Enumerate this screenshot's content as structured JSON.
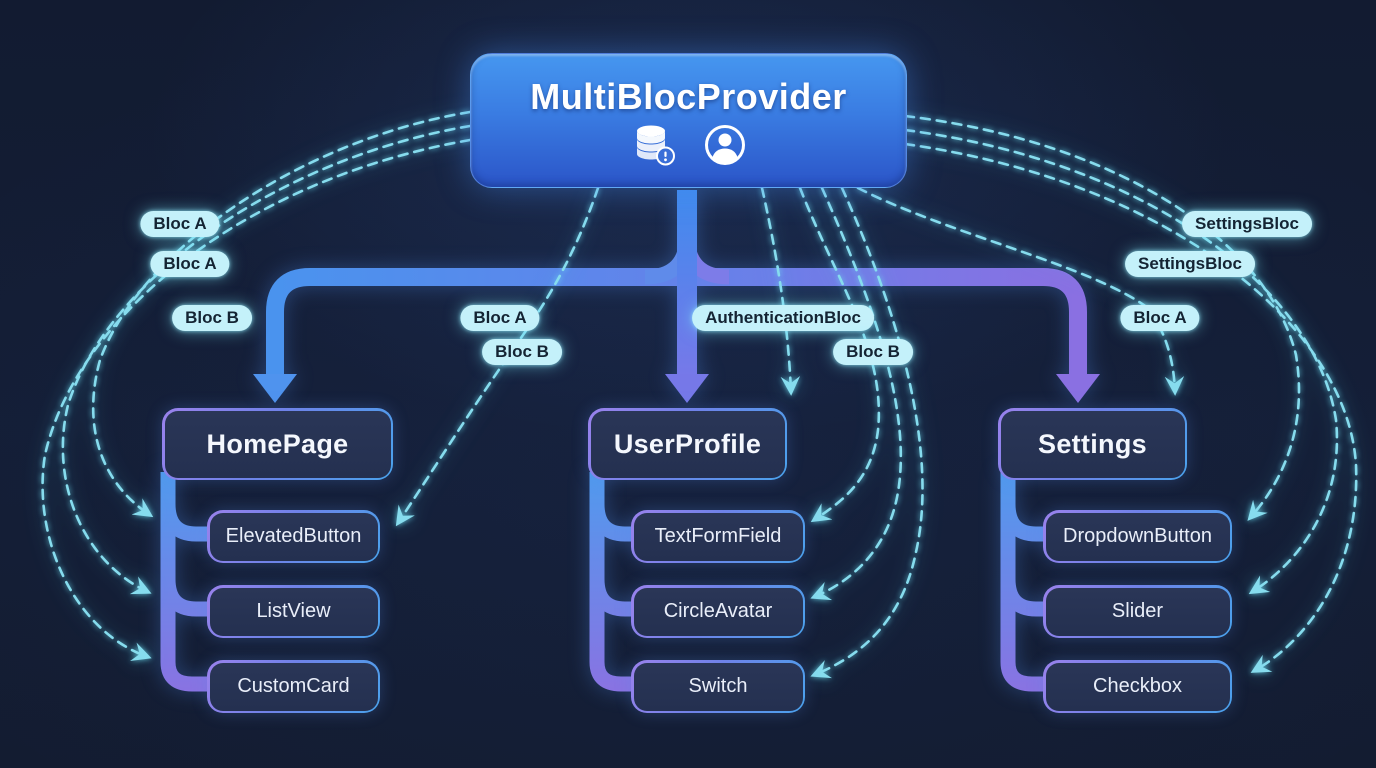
{
  "provider": {
    "title": "MultiBlocProvider",
    "icons": [
      "database-icon",
      "user-icon"
    ]
  },
  "columns": [
    {
      "page": "HomePage",
      "children": [
        "ElevatedButton",
        "ListView",
        "CustomCard"
      ]
    },
    {
      "page": "UserProfile",
      "children": [
        "TextFormField",
        "CircleAvatar",
        "Switch"
      ]
    },
    {
      "page": "Settings",
      "children": [
        "DropdownButton",
        "Slider",
        "Checkbox"
      ]
    }
  ],
  "labels": [
    {
      "text": "Bloc A"
    },
    {
      "text": "Bloc A"
    },
    {
      "text": "Bloc B"
    },
    {
      "text": "Bloc A"
    },
    {
      "text": "Bloc B"
    },
    {
      "text": "AuthenticationBloc"
    },
    {
      "text": "Bloc B"
    },
    {
      "text": "SettingsBloc"
    },
    {
      "text": "SettingsBloc"
    },
    {
      "text": "Bloc A"
    }
  ],
  "colors": {
    "background": "#141e36",
    "provider_top": "#4697f0",
    "provider_bottom": "#2b55c8",
    "tree_blue": "#4a93ee",
    "tree_purple": "#8a70e2",
    "dash_cyan": "#86dcee",
    "pill_bg": "#c4f1fa",
    "box_fill": "#243050"
  }
}
